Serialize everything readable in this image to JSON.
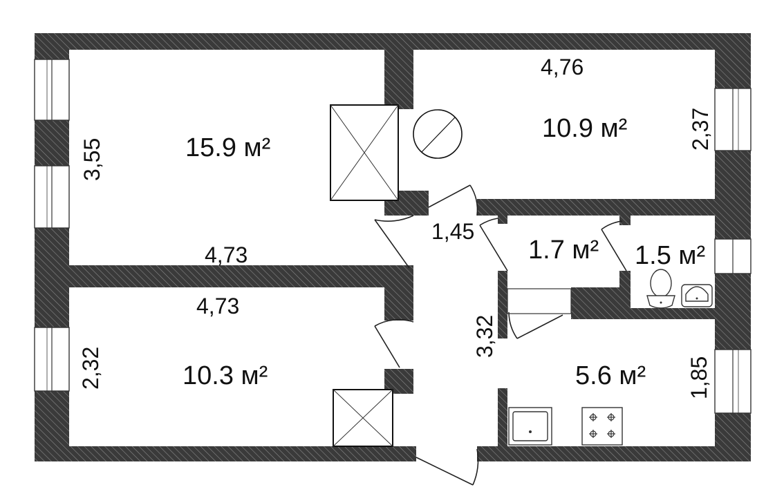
{
  "rooms": [
    {
      "area": "15.9 м²"
    },
    {
      "area": "10.9 м²"
    },
    {
      "area": "10.3 м²"
    },
    {
      "area": "1.7 м²"
    },
    {
      "area": "1.5 м²"
    },
    {
      "area": "5.6 м²"
    }
  ],
  "dimensions": {
    "room1_width": "4,73",
    "room1_height": "3,55",
    "room2_width": "4,76",
    "room2_height": "2,37",
    "room3_width": "4,73",
    "room3_height": "2,32",
    "corridor_width": "1,45",
    "corridor_length": "3,32",
    "kitchen_height": "1,85"
  },
  "colors": {
    "wall": "#3a3a3a",
    "hatch": "#8a8a8a",
    "background": "#ffffff"
  }
}
